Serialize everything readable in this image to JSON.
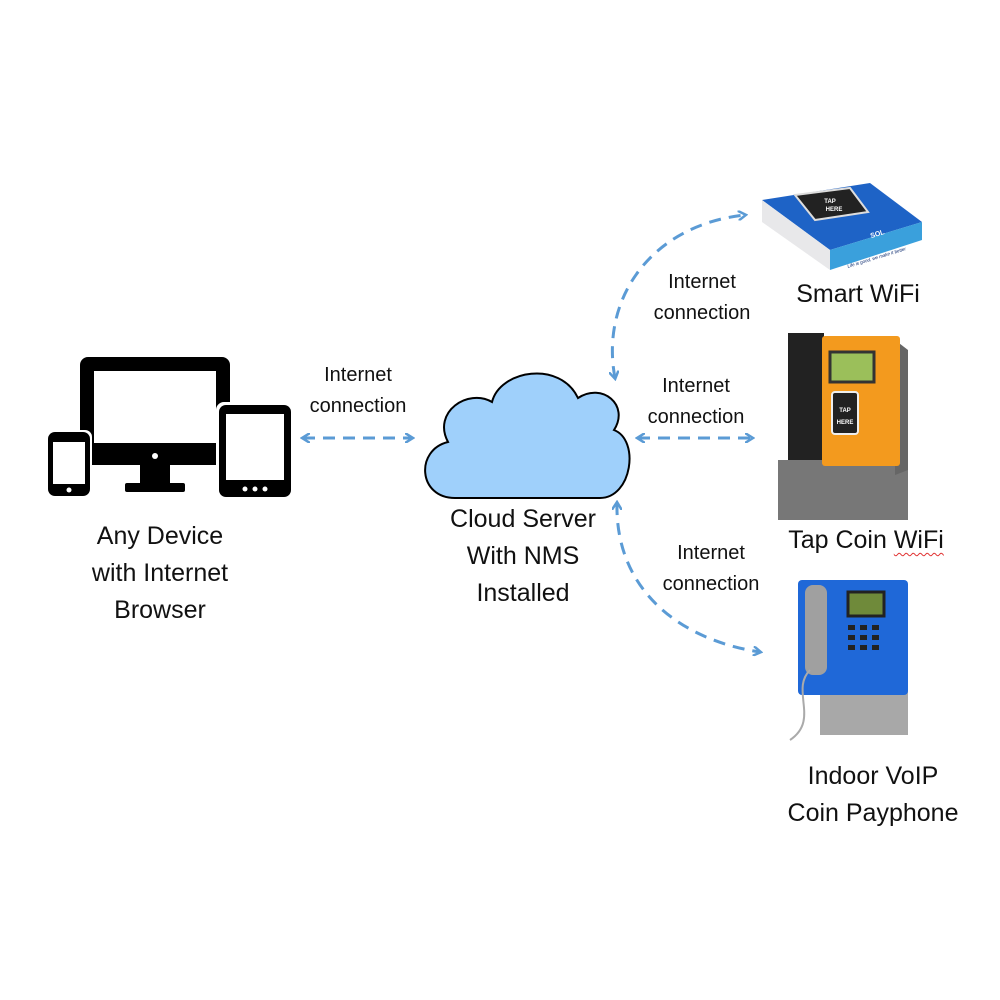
{
  "arrow_color": "#5b9bd5",
  "cloud_color": "#9fd0fb",
  "nodes": {
    "client": {
      "icon": "devices-icon",
      "lines": [
        "Any Device",
        "with Internet",
        "Browser"
      ]
    },
    "server": {
      "icon": "cloud-icon",
      "lines": [
        "Cloud Server",
        "With NMS",
        "Installed"
      ]
    },
    "smart_wifi": {
      "label": "Smart WiFi",
      "device_text": [
        "TAP",
        "HERE",
        "SOL",
        "Life is good, we make it better"
      ]
    },
    "tap_coin": {
      "label_prefix": "Tap Coin ",
      "label_suffix": "WiFi",
      "device_text": [
        "TAP",
        "HERE"
      ]
    },
    "payphone": {
      "lines": [
        "Indoor VoIP",
        "Coin Payphone"
      ]
    }
  },
  "connections": [
    {
      "from": "client",
      "to": "server",
      "lines": [
        "Internet",
        "connection"
      ]
    },
    {
      "from": "server",
      "to": "smart_wifi",
      "lines": [
        "Internet",
        "connection"
      ]
    },
    {
      "from": "server",
      "to": "tap_coin",
      "lines": [
        "Internet",
        "connection"
      ]
    },
    {
      "from": "server",
      "to": "payphone",
      "lines": [
        "Internet",
        "connection"
      ]
    }
  ]
}
